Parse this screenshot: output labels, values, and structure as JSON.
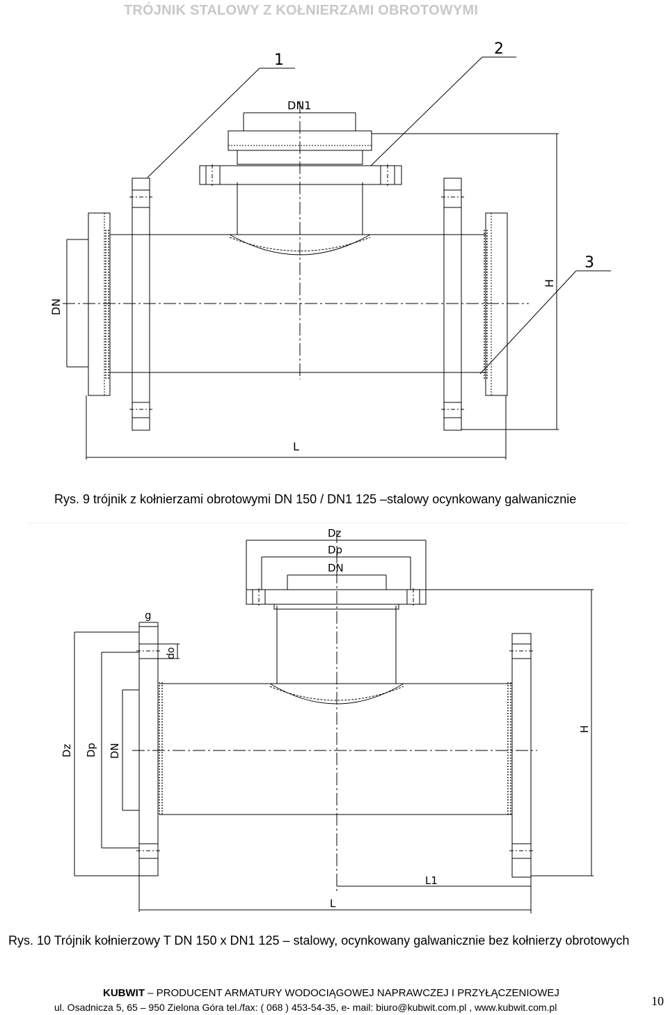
{
  "header": {
    "title": "TRÓJNIK STALOWY Z KOŁNIERZAMI OBROTOWYMI"
  },
  "figure1": {
    "callouts": [
      "1",
      "2",
      "3"
    ],
    "dims": {
      "dn1": "DN1",
      "dn": "DN",
      "h": "H",
      "l": "L"
    },
    "caption": "Rys. 9 trójnik z kołnierzami obrotowymi DN 150 / DN1 125 –stalowy ocynkowany galwanicznie"
  },
  "figure2": {
    "dims": {
      "dz_top": "Dz",
      "dp_top": "Dp",
      "dn_top": "DN",
      "g": "g",
      "do": "do",
      "dz": "Dz",
      "dp": "Dp",
      "dn": "DN",
      "h": "H",
      "l1": "L1",
      "l": "L"
    },
    "caption": "Rys. 10 Trójnik kołnierzowy T DN 150 x DN1 125 – stalowy, ocynkowany galwanicznie bez kołnierzy obrotowych"
  },
  "footer": {
    "company": "KUBWIT",
    "tagline": " – PRODUCENT ARMATURY WODOCIĄGOWEJ NAPRAWCZEJ I PRZYŁĄCZENIOWEJ",
    "address": "ul. Osadnicza 5, 65 – 950 Zielona Góra tel./fax: ( 068 ) 453-54-35, e- mail: biuro@kubwit.com.pl , www.kubwit.com.pl",
    "page": "10"
  }
}
